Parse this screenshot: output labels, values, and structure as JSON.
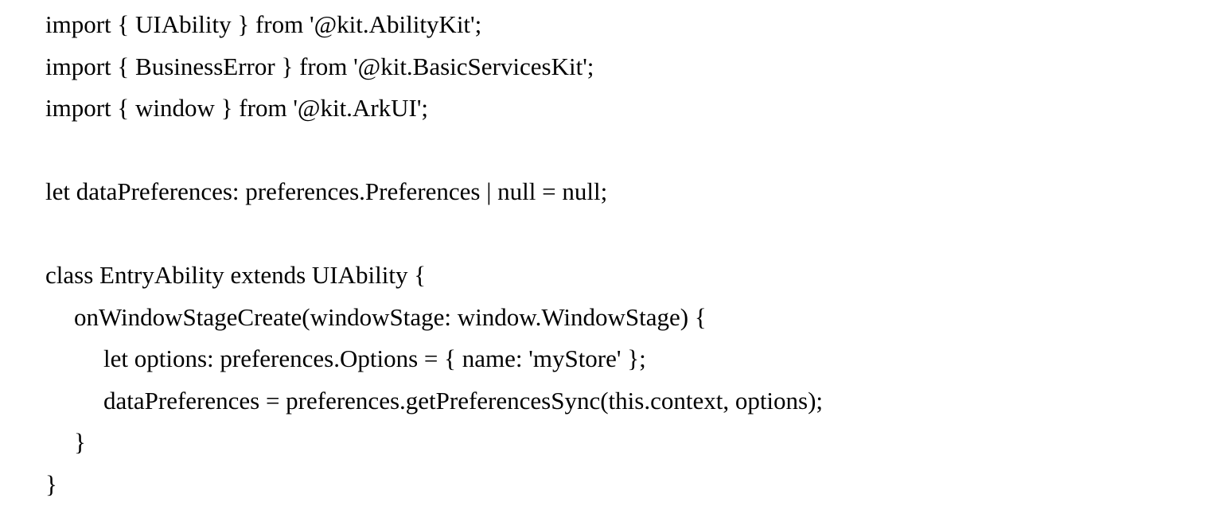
{
  "page": {
    "background_color": "#ffffff"
  },
  "code_block": {
    "text_color": "#000000",
    "lines": [
      {
        "indent": 0,
        "text": "import { UIAbility } from '@kit.AbilityKit';"
      },
      {
        "indent": 0,
        "text": "import { BusinessError } from '@kit.BasicServicesKit';"
      },
      {
        "indent": 0,
        "text": "import { window } from '@kit.ArkUI';"
      },
      {
        "indent": 0,
        "text": ""
      },
      {
        "indent": 0,
        "text": "let dataPreferences: preferences.Preferences | null = null;"
      },
      {
        "indent": 0,
        "text": ""
      },
      {
        "indent": 0,
        "text": "class EntryAbility extends UIAbility {"
      },
      {
        "indent": 1,
        "text": "onWindowStageCreate(windowStage: window.WindowStage) {"
      },
      {
        "indent": 2,
        "text": "let options: preferences.Options = { name: 'myStore' };"
      },
      {
        "indent": 2,
        "text": "dataPreferences = preferences.getPreferencesSync(this.context, options);"
      },
      {
        "indent": 1,
        "text": "}"
      },
      {
        "indent": 0,
        "text": "}"
      }
    ]
  }
}
